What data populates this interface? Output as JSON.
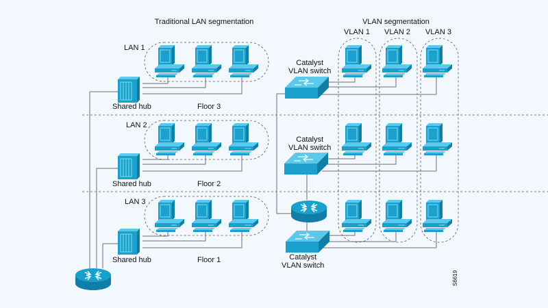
{
  "titles": {
    "traditional": "Traditional LAN segmentation",
    "vlan": "VLAN segmentation"
  },
  "vlan_labels": [
    "VLAN 1",
    "VLAN 2",
    "VLAN 3"
  ],
  "lan_labels": [
    "LAN 1",
    "LAN 2",
    "LAN 3"
  ],
  "hub_label": "Shared hub",
  "floor_labels": [
    "Floor 3",
    "Floor 2",
    "Floor 1"
  ],
  "switch_label": "Catalyst\nVLAN switch",
  "figure_id": "S6619",
  "colors": {
    "device": "#1aa0cc",
    "device_dark": "#0f7fa8",
    "device_light": "#7fdcf5",
    "line": "#6e6e6e",
    "dash": "#555555",
    "background": "#f2f8fd"
  }
}
